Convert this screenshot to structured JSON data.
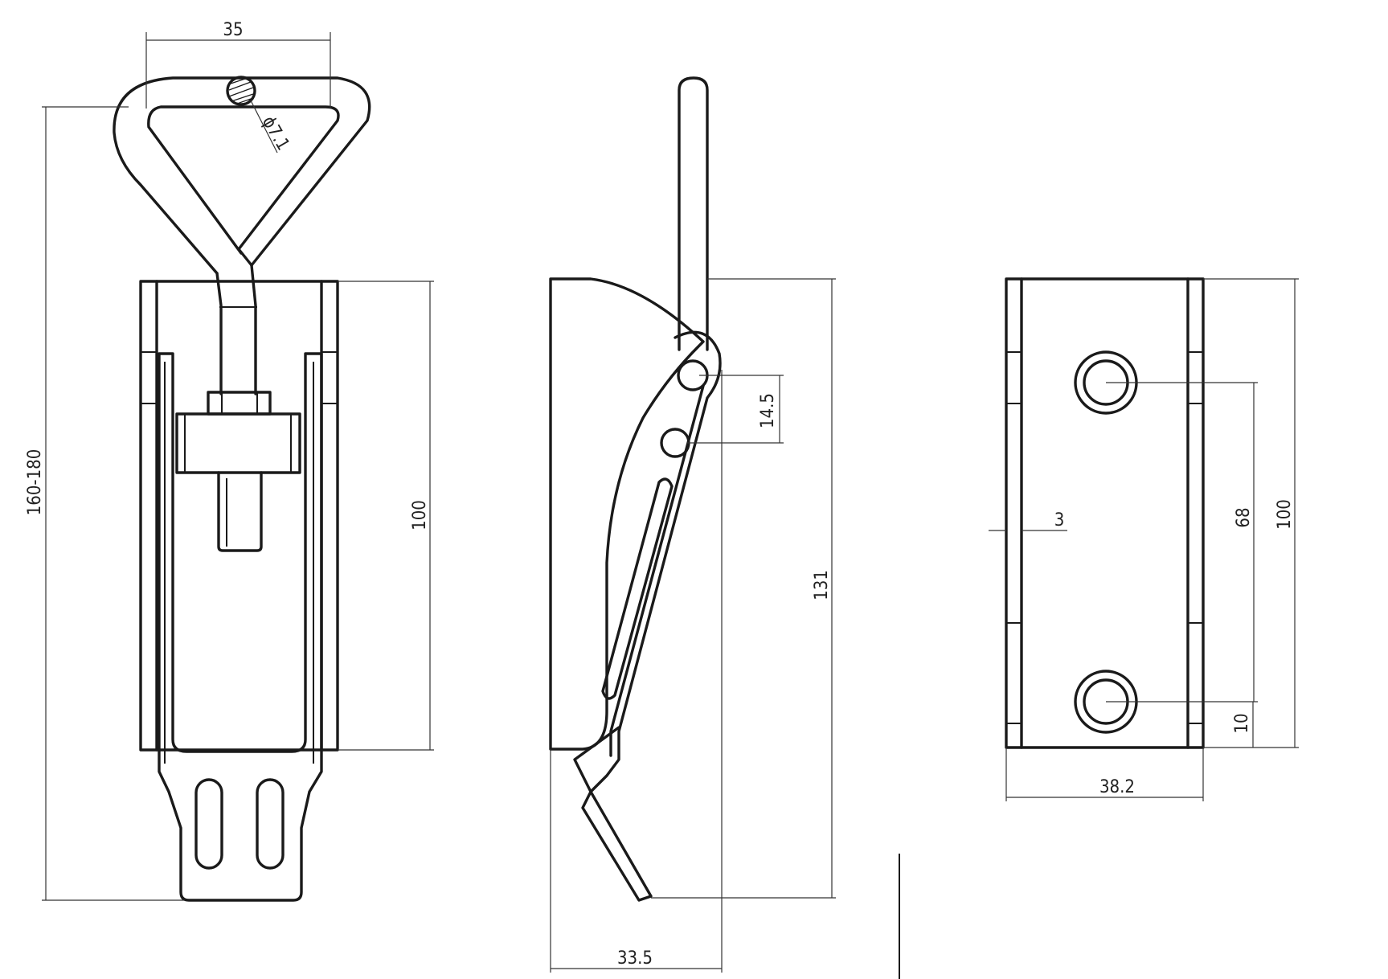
{
  "drawing": {
    "colors": {
      "line": "#1a1a1a",
      "dimension": "#333333",
      "background": "#ffffff"
    },
    "front_view": {
      "dim_width_top": "35",
      "dim_total_height": "160-180",
      "dim_body_height": "100",
      "dim_rod_diameter": "ϕ7.1"
    },
    "side_view": {
      "dim_pivot_spacing": "14.5",
      "dim_total_height": "131",
      "dim_depth": "33.5"
    },
    "base_view": {
      "dim_wall_thickness": "3",
      "dim_hole_spacing": "68",
      "dim_height": "100",
      "dim_hole_edge": "10",
      "dim_width": "38.2"
    }
  }
}
